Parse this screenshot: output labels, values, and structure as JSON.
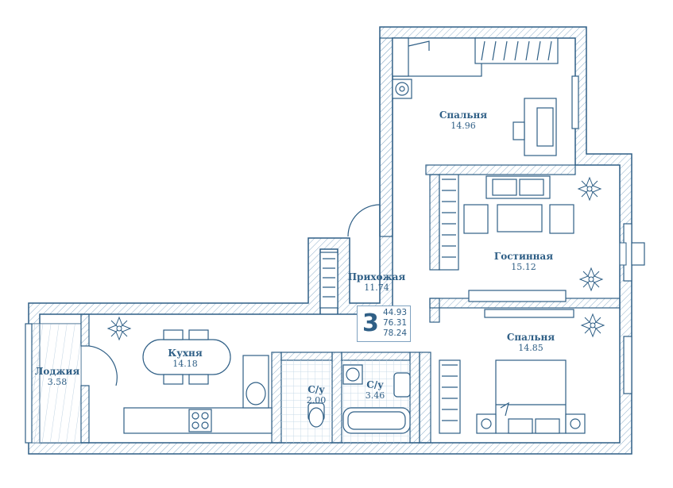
{
  "rooms": {
    "bedroom_top": {
      "name": "Спальня",
      "area": "14.96"
    },
    "living": {
      "name": "Гостинная",
      "area": "15.12"
    },
    "hall": {
      "name": "Прихожая",
      "area": "11.74"
    },
    "kitchen": {
      "name": "Кухня",
      "area": "14.18"
    },
    "loggia": {
      "name": "Лоджия",
      "area": "3.58"
    },
    "wc1": {
      "name": "С/у",
      "area": "2.00"
    },
    "wc2": {
      "name": "С/у",
      "area": "3.46"
    },
    "bedroom_bottom": {
      "name": "Спальня",
      "area": "14.85"
    }
  },
  "summary": {
    "rooms_count": "3",
    "living_area": "44.93",
    "total_area": "76.31",
    "total_area_with_loggia": "78.24"
  },
  "colors": {
    "line": "#2f5f86",
    "hatch": "#8fb0cb",
    "tile": "#c9dbe9",
    "background": "#ffffff"
  }
}
